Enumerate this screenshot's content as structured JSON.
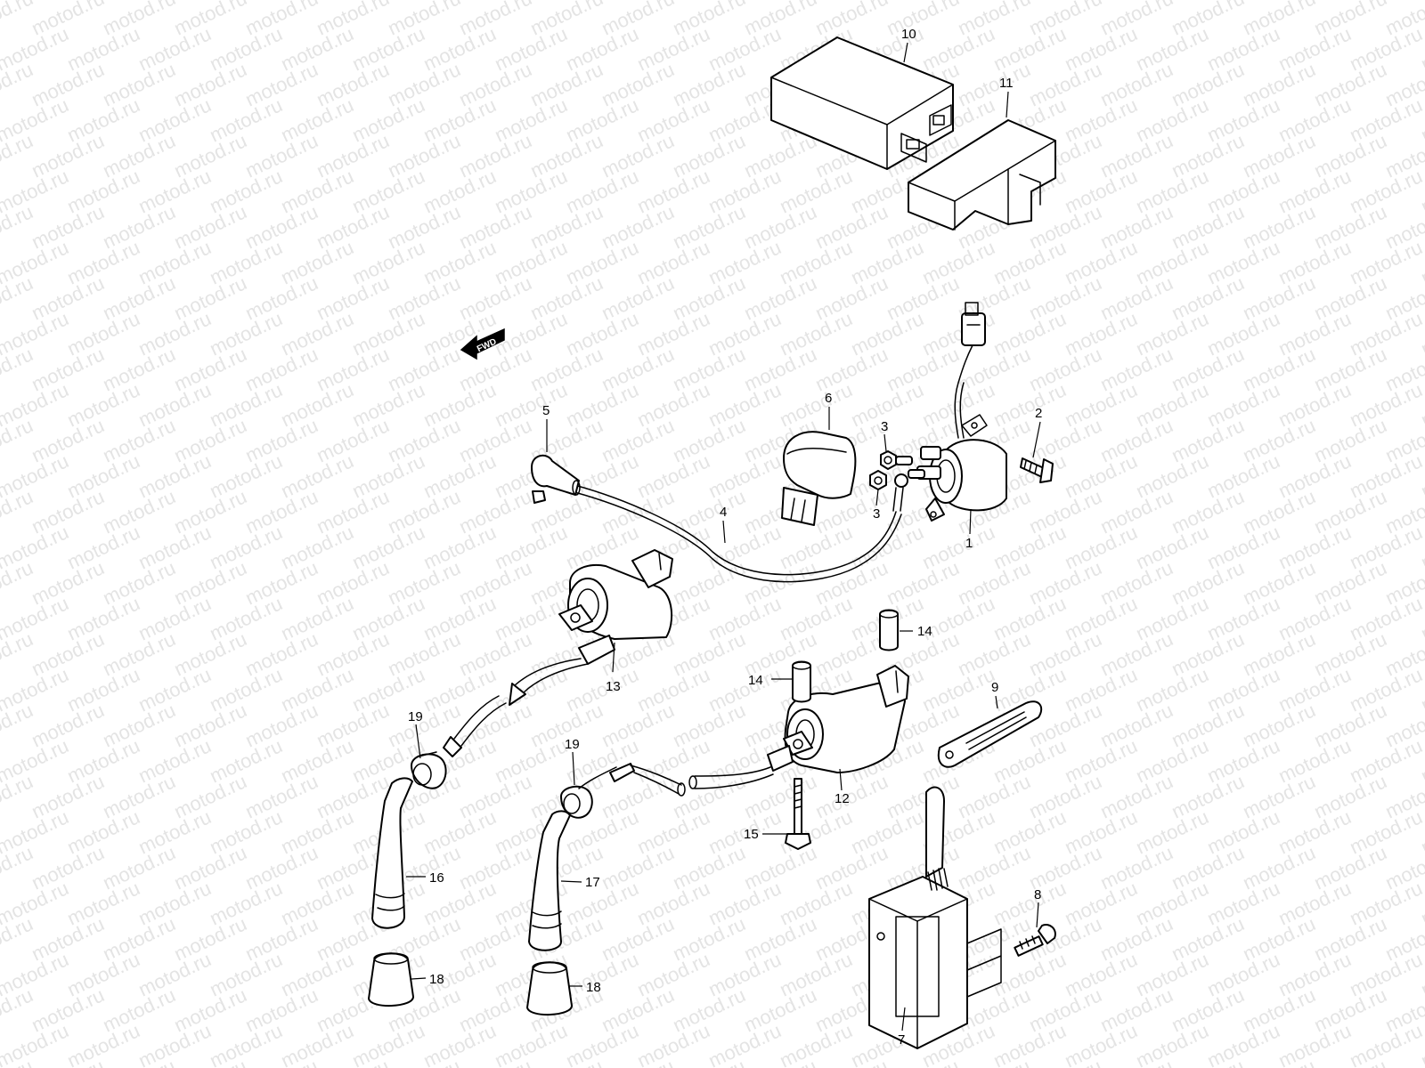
{
  "watermark": "motod.ru",
  "fwd_label": "FWD",
  "callouts": {
    "p1": "1",
    "p2": "2",
    "p3a": "3",
    "p3b": "3",
    "p4": "4",
    "p5": "5",
    "p6": "6",
    "p7": "7",
    "p8": "8",
    "p9": "9",
    "p10": "10",
    "p11": "11",
    "p12": "12",
    "p13": "13",
    "p14a": "14",
    "p14b": "14",
    "p15": "15",
    "p16": "16",
    "p17": "17",
    "p18a": "18",
    "p18b": "18",
    "p19a": "19",
    "p19b": "19"
  }
}
